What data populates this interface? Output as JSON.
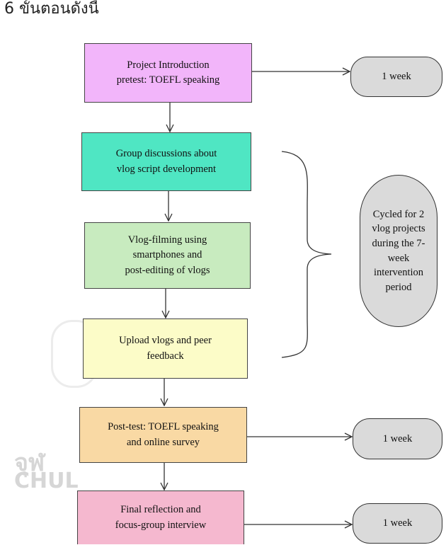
{
  "heading": "6 ขั้นตอนดังนี้",
  "watermark": {
    "thai_text": "จุฬ",
    "latin_text": "CHUL"
  },
  "steps": [
    {
      "id": "intro",
      "lines": [
        "Project Introduction",
        "pretest: TOEFL speaking"
      ],
      "color": "#F2B5FA"
    },
    {
      "id": "discussion",
      "lines": [
        "Group discussions about",
        "vlog script development"
      ],
      "color": "#4FE6C3"
    },
    {
      "id": "filming",
      "lines": [
        "Vlog-filming using",
        "smartphones and",
        "post-editing of vlogs"
      ],
      "color": "#C8EBBF"
    },
    {
      "id": "upload",
      "lines": [
        "Upload vlogs and peer",
        "feedback"
      ],
      "color": "#FCFCC8"
    },
    {
      "id": "posttest",
      "lines": [
        "Post-test: TOEFL speaking",
        "and online survey"
      ],
      "color": "#F9D9A4"
    },
    {
      "id": "reflection",
      "lines": [
        "Final reflection and",
        "focus-group interview"
      ],
      "color": "#F5B8CF"
    }
  ],
  "durations": [
    {
      "label": "1 week"
    },
    {
      "label": "1 week"
    },
    {
      "label": "1 week"
    }
  ],
  "cycle_note": [
    "Cycled for 2",
    "vlog",
    "projects",
    "during the",
    "7-week",
    "intervention",
    "period"
  ]
}
